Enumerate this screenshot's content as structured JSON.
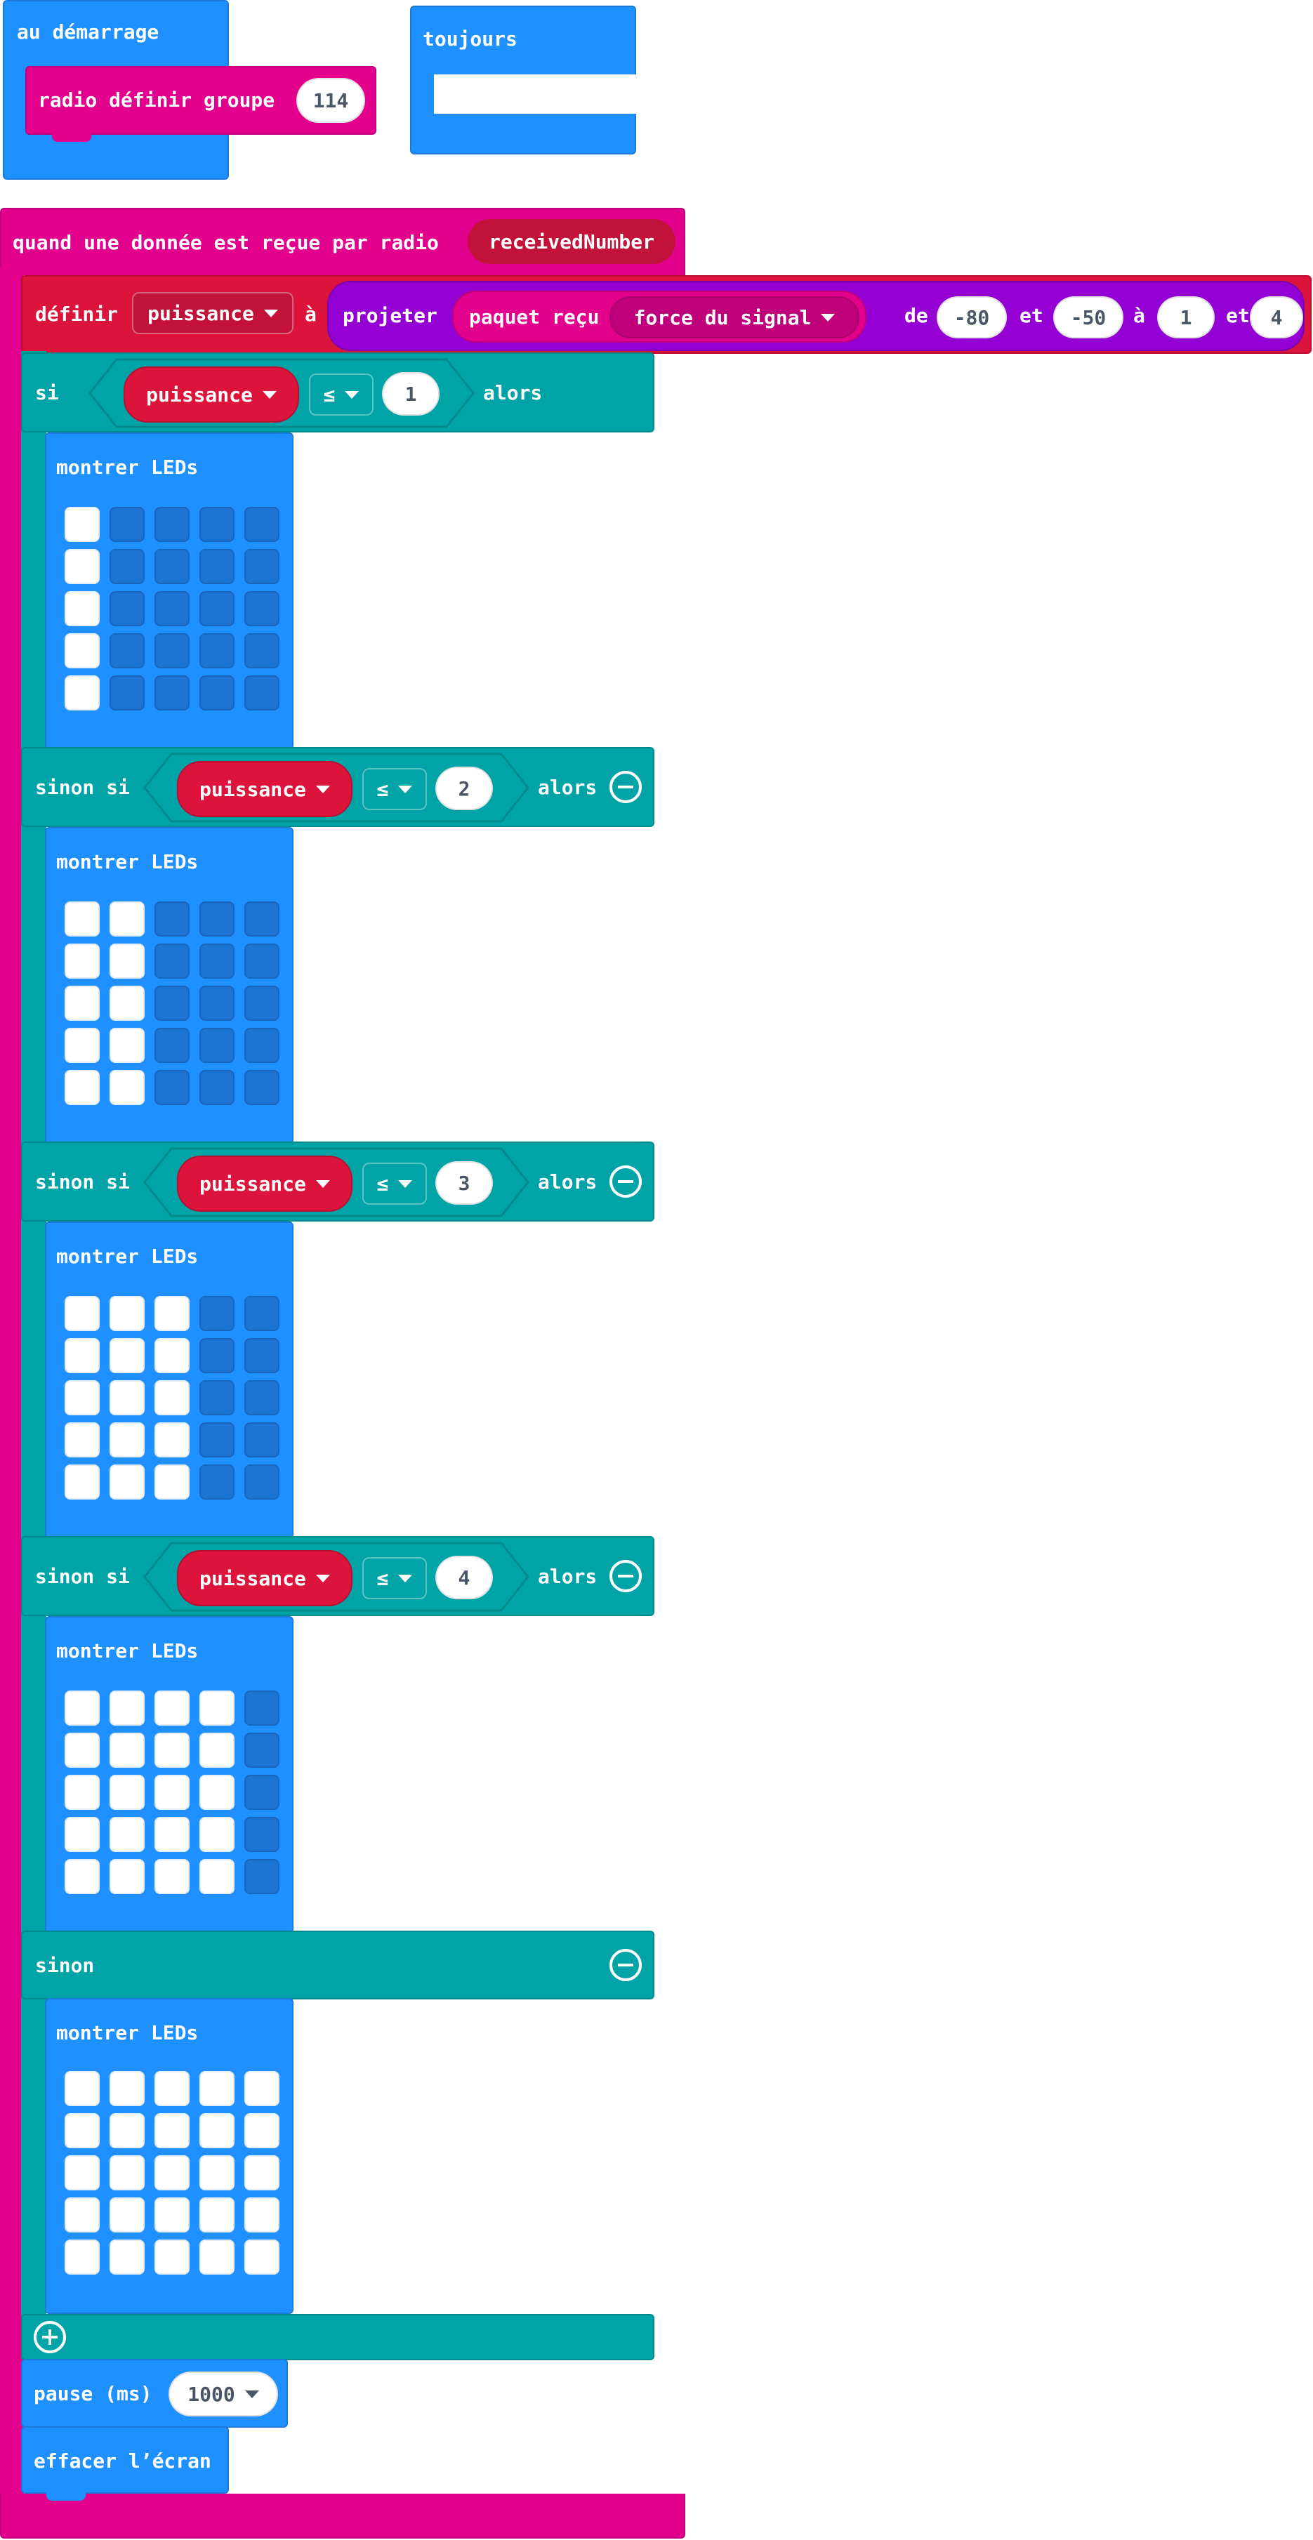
{
  "colors": {
    "basic": "#1e90ff",
    "radio": "#e3008c",
    "variable": "#dc143c",
    "logic": "#00a4a6",
    "math": "#9400d3",
    "led_off": "#1c74d2",
    "led_on": "#ffffff"
  },
  "on_start": {
    "label": "au démarrage",
    "set_group": {
      "label": "radio définir groupe",
      "value": "114"
    }
  },
  "forever": {
    "label": "toujours"
  },
  "on_received": {
    "label": "quand une donnée est reçue par radio",
    "param": "receivedNumber",
    "set_var": {
      "label": "définir",
      "variable": "puissance",
      "to_label": "à",
      "map": {
        "label": "projeter",
        "packet_label": "paquet reçu",
        "packet_property": "force du signal",
        "from_label": "de",
        "from_low": "-80",
        "and1": "et",
        "from_high": "-50",
        "to_label": "à",
        "to_low": "1",
        "and2": "et",
        "to_high": "4"
      }
    },
    "if_block": {
      "if_label": "si",
      "then_label": "alors",
      "else_if_label": "sinon si",
      "else_label": "sinon",
      "branches": [
        {
          "variable": "puissance",
          "operator": "≤",
          "value": "1",
          "show_leds_label": "montrer LEDs",
          "lit_columns": 1
        },
        {
          "variable": "puissance",
          "operator": "≤",
          "value": "2",
          "show_leds_label": "montrer LEDs",
          "lit_columns": 2
        },
        {
          "variable": "puissance",
          "operator": "≤",
          "value": "3",
          "show_leds_label": "montrer LEDs",
          "lit_columns": 3
        },
        {
          "variable": "puissance",
          "operator": "≤",
          "value": "4",
          "show_leds_label": "montrer LEDs",
          "lit_columns": 4
        }
      ],
      "else_branch": {
        "show_leds_label": "montrer LEDs",
        "lit_columns": 5
      }
    },
    "pause": {
      "label": "pause (ms)",
      "value": "1000"
    },
    "clear_screen": {
      "label": "effacer l’écran"
    }
  }
}
